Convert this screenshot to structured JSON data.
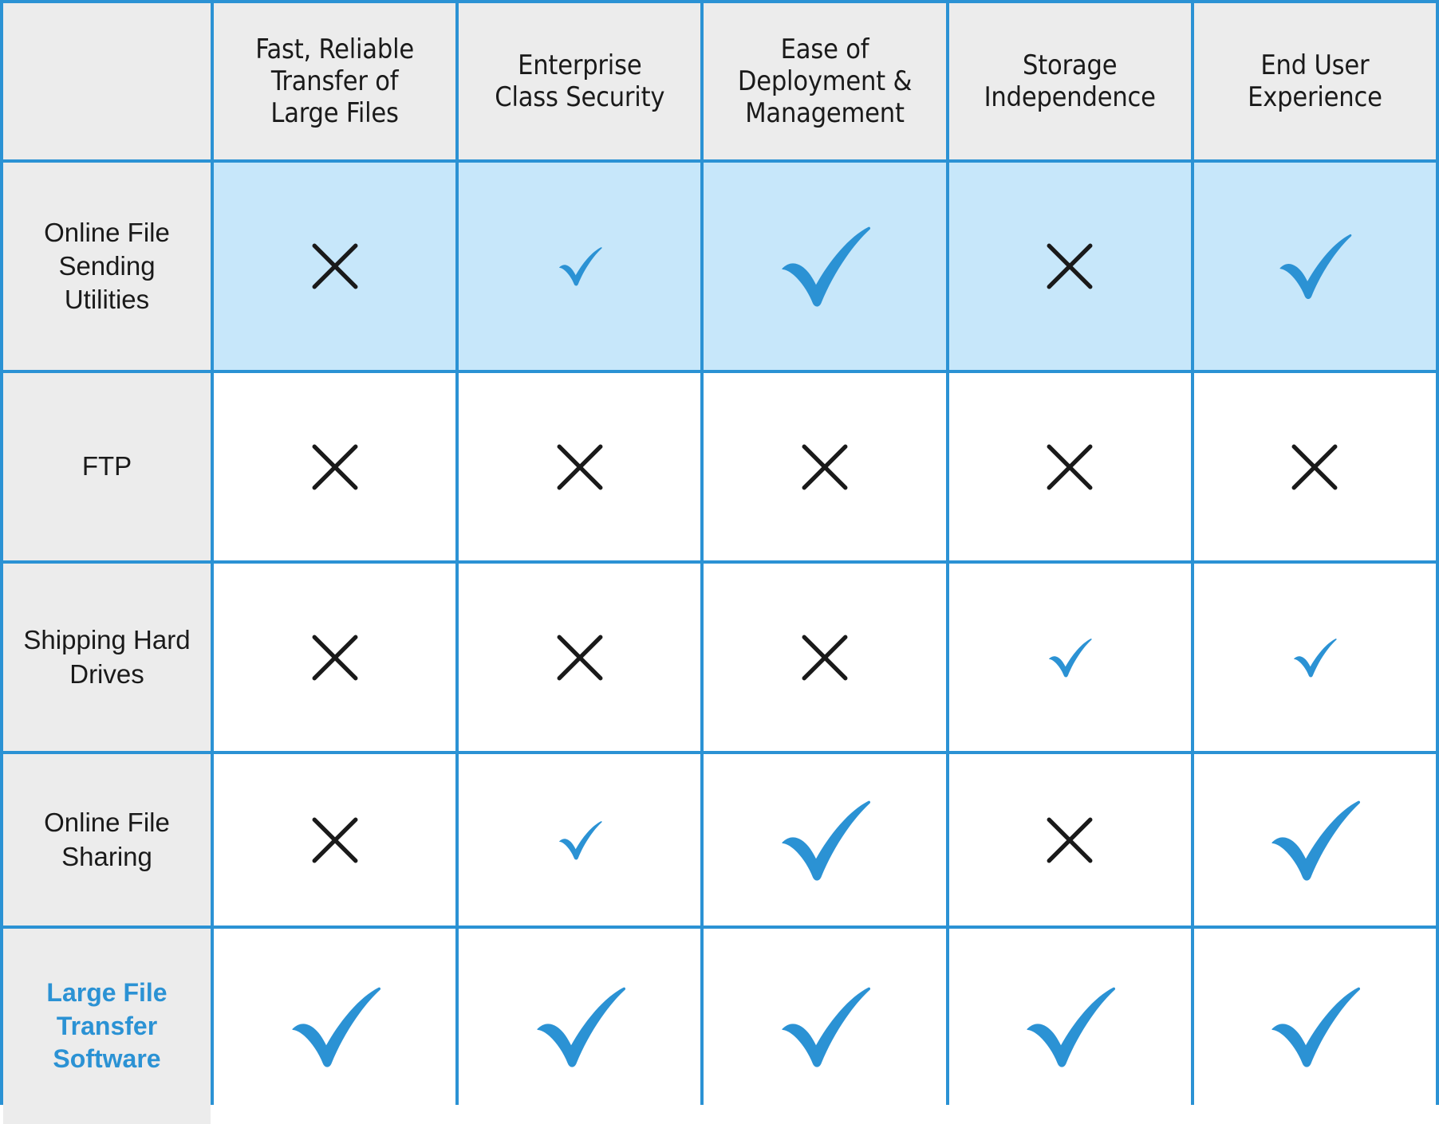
{
  "table": {
    "corner_label": "",
    "columns": [
      "Fast, Reliable Transfer of Large Files",
      "Enterprise Class Security",
      "Ease of Deployment & Management",
      "Storage Independence",
      "End User Experience"
    ],
    "column_lines": [
      [
        "Fast, Reliable",
        "Transfer of",
        "Large Files"
      ],
      [
        "Enterprise",
        "Class Security"
      ],
      [
        "Ease of",
        "Deployment &",
        "Management"
      ],
      [
        "Storage",
        "Independence"
      ],
      [
        "End User",
        "Experience"
      ]
    ],
    "rows": [
      {
        "label": "Online File Sending Utilities",
        "label_lines": [
          "Online File",
          "Sending",
          "Utilities"
        ],
        "highlighted": true,
        "accent_label": false,
        "marks": [
          "cross",
          "check",
          "check",
          "cross",
          "check"
        ],
        "mark_sizes": [
          "std",
          "sm",
          "lg",
          "std",
          "md"
        ]
      },
      {
        "label": "FTP",
        "label_lines": [
          "FTP"
        ],
        "highlighted": false,
        "accent_label": false,
        "marks": [
          "cross",
          "cross",
          "cross",
          "cross",
          "cross"
        ],
        "mark_sizes": [
          "std",
          "std",
          "std",
          "std",
          "std"
        ]
      },
      {
        "label": "Shipping Hard Drives",
        "label_lines": [
          "Shipping Hard",
          "Drives"
        ],
        "highlighted": false,
        "accent_label": false,
        "marks": [
          "cross",
          "cross",
          "cross",
          "check",
          "check"
        ],
        "mark_sizes": [
          "std",
          "std",
          "std",
          "sm",
          "sm"
        ]
      },
      {
        "label": "Online File Sharing",
        "label_lines": [
          "Online File",
          "Sharing"
        ],
        "highlighted": false,
        "accent_label": false,
        "marks": [
          "cross",
          "check",
          "check",
          "cross",
          "check"
        ],
        "mark_sizes": [
          "std",
          "sm",
          "lg",
          "std",
          "lg"
        ]
      },
      {
        "label": "Large File Transfer Software",
        "label_lines": [
          "Large File",
          "Transfer",
          "Software"
        ],
        "highlighted": false,
        "accent_label": true,
        "marks": [
          "check",
          "check",
          "check",
          "check",
          "check"
        ],
        "mark_sizes": [
          "lg",
          "lg",
          "lg",
          "lg",
          "lg"
        ]
      }
    ],
    "icons": {
      "check": "check-icon",
      "cross": "cross-icon"
    }
  },
  "colors": {
    "border": "#2b92d4",
    "check": "#2b92d4",
    "cross": "#1a1a1a",
    "header_bg": "#ececec",
    "rowlabel_bg": "#ececec",
    "highlight_bg": "#c7e7fa",
    "accent_text": "#2b92d4",
    "cell_bg": "#ffffff",
    "text": "#1a1a1a"
  }
}
